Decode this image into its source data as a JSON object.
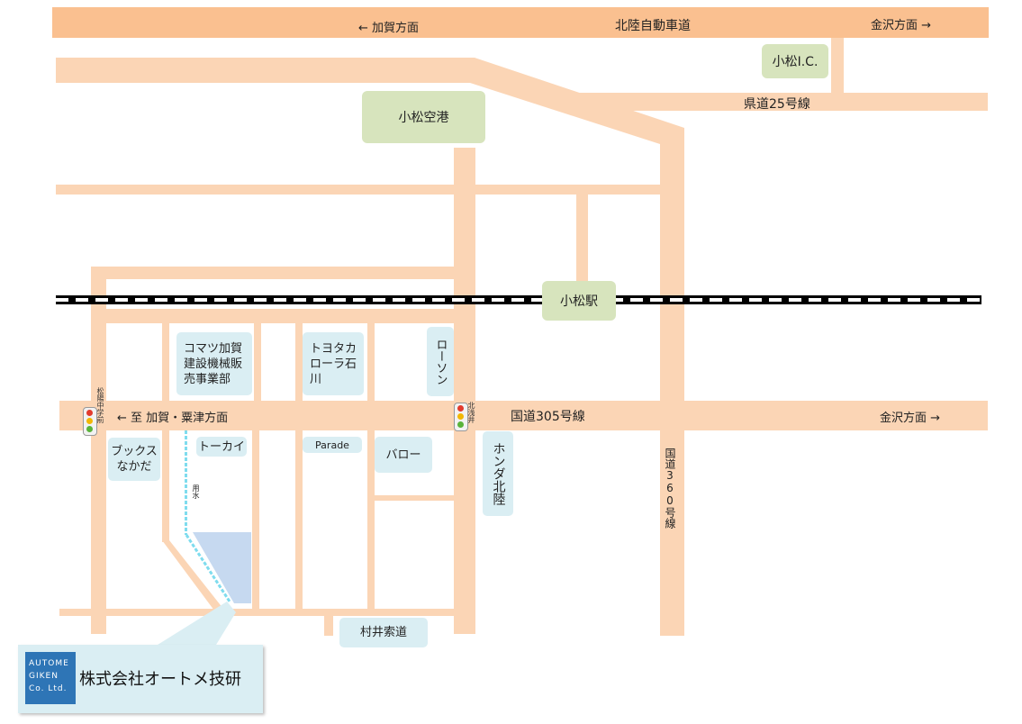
{
  "top_highway": {
    "left": "← 加賀方面",
    "center": "北陸自動車道",
    "right": "金沢方面 →"
  },
  "landmarks": {
    "ic": "小松I.C.",
    "airport": "小松空港",
    "station": "小松駅"
  },
  "roads": {
    "pref25": "県道25号線",
    "route305": "国道305号線",
    "route305_west": "← 至 加賀・粟津方面",
    "route305_east": "金沢方面 →",
    "route360": "国道360号線",
    "murai": "村井索道",
    "canal": "用水"
  },
  "signals": {
    "west": "松陽中学前",
    "east": "北浅井"
  },
  "shops": {
    "komatsu": "コマツ加賀建設機械販売事業部",
    "toyota": "トヨタカローラ石川",
    "lawson": "ローソン",
    "books": "ブックスなかだ",
    "tokai": "トーカイ",
    "parade": "Parade",
    "barrow": "バロー",
    "honda": "ホンダ北陸"
  },
  "company": {
    "logo": "AUTOME GIKEN Co. Ltd.",
    "name": "株式会社オートメ技研"
  },
  "colors": {
    "road": "#fbd5b5",
    "green": "#d7e4bd",
    "blue": "#daeef3",
    "site": "#c6d9f0",
    "canal": "#8fe0f0",
    "logo": "#2e75b6"
  }
}
